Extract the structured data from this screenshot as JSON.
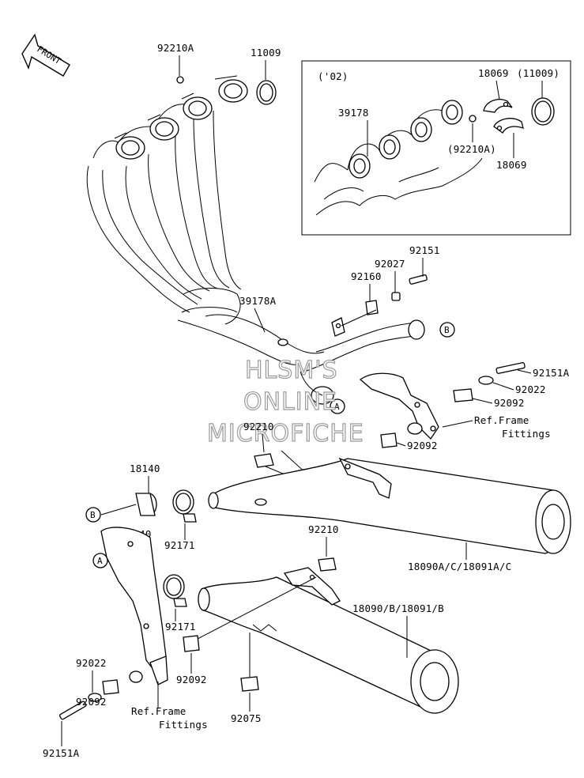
{
  "front_label": "FRONT",
  "inset_label": "('02)",
  "watermark": [
    "HLSM'S",
    "ONLINE",
    "MICROFICHE"
  ],
  "callouts": {
    "a": "A",
    "b": "B"
  },
  "parts": {
    "p92210A": "92210A",
    "p11009": "11009",
    "inset_39178": "39178",
    "inset_18069_top": "18069",
    "inset_11009": "(11009)",
    "inset_92210A": "(92210A)",
    "inset_18069_bottom": "18069",
    "p92151_top": "92151",
    "p92027": "92027",
    "p92160": "92160",
    "p39178A": "39178A",
    "p92151A_right": "92151A",
    "p92022_right": "92022",
    "p92092_right_upper": "92092",
    "ref_frame_right_1": "Ref.Frame",
    "ref_frame_right_2": "Fittings",
    "p92210_mid": "92210",
    "p92092_right_lower": "92092",
    "p18140_upper": "18140",
    "p92171_upper": "92171",
    "p18140_lower": "18140",
    "p92210_lower": "92210",
    "p18090AC": "18090A/C/18091A/C",
    "p92171_lower": "92171",
    "p18090B": "18090/B/18091/B",
    "p92022_left": "92022",
    "p92092_left_mid": "92092",
    "p92092_left_low": "92092",
    "ref_frame_left_1": "Ref.Frame",
    "ref_frame_left_2": "Fittings",
    "p92075": "92075",
    "p92151A_left": "92151A"
  }
}
